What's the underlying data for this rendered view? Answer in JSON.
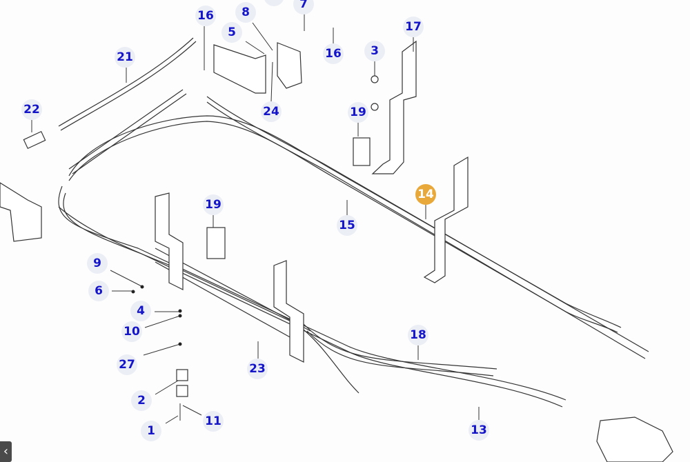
{
  "diagram": {
    "callouts": [
      {
        "id": "16a",
        "label": "16"
      },
      {
        "id": "8",
        "label": "8"
      },
      {
        "id": "11top",
        "label": "11"
      },
      {
        "id": "7",
        "label": "7"
      },
      {
        "id": "5",
        "label": "5"
      },
      {
        "id": "16b",
        "label": "16"
      },
      {
        "id": "17",
        "label": "17"
      },
      {
        "id": "3",
        "label": "3"
      },
      {
        "id": "21",
        "label": "21"
      },
      {
        "id": "22",
        "label": "22"
      },
      {
        "id": "24",
        "label": "24"
      },
      {
        "id": "19a",
        "label": "19"
      },
      {
        "id": "14",
        "label": "14",
        "highlighted": true
      },
      {
        "id": "19b",
        "label": "19"
      },
      {
        "id": "15",
        "label": "15"
      },
      {
        "id": "9",
        "label": "9"
      },
      {
        "id": "6",
        "label": "6"
      },
      {
        "id": "4",
        "label": "4"
      },
      {
        "id": "10",
        "label": "10"
      },
      {
        "id": "18",
        "label": "18"
      },
      {
        "id": "27",
        "label": "27"
      },
      {
        "id": "23",
        "label": "23"
      },
      {
        "id": "2",
        "label": "2"
      },
      {
        "id": "13",
        "label": "13"
      },
      {
        "id": "1",
        "label": "1"
      },
      {
        "id": "11",
        "label": "11"
      }
    ],
    "colors": {
      "callout_text": "#1414c8",
      "callout_bg": "#eceef6",
      "highlight": "#e9a93a"
    }
  },
  "nav": {
    "back_icon": "chevron-left-icon",
    "back_glyph": "‹"
  }
}
